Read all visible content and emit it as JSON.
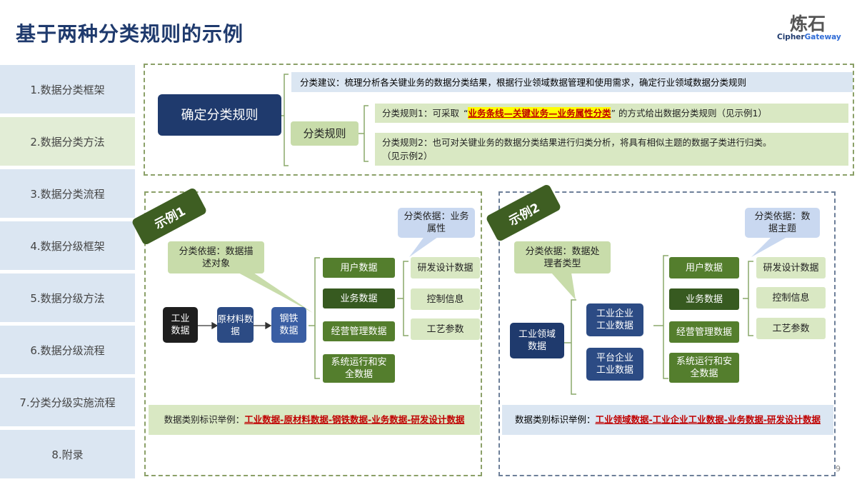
{
  "title": "基于两种分类规则的示例",
  "logo": {
    "cn": "炼石",
    "en_cipher": "Cipher",
    "en_gateway": "Gateway"
  },
  "sidebar": [
    {
      "label": "1.数据分类框架"
    },
    {
      "label": "2.数据分类方法"
    },
    {
      "label": "3.数据分类流程"
    },
    {
      "label": "4.数据分级框架"
    },
    {
      "label": "5.数据分级方法"
    },
    {
      "label": "6.数据分级流程"
    },
    {
      "label": "7.分类分级实施流程"
    },
    {
      "label": "8.附录"
    }
  ],
  "top": {
    "main_box": "确定分类规则",
    "suggestion": "分类建议：梳理分析各关键业务的数据分类结果，根据行业领域数据管理和使用需求，确定行业领域数据分类规则",
    "rules_box": "分类规则",
    "rule1_prefix": "分类规则1：可采取",
    "rule1_open_quote": "“",
    "rule1_highlight": "业务条线—关键业务—业务属性分类",
    "rule1_close_quote": "”",
    "rule1_suffix": "的方式给出数据分类规则（见示例1）",
    "rule2_line1": "分类规则2：也可对关键业务的数据分类结果进行归类分析，将具有相似主题的数据子类进行归类。",
    "rule2_line2": "（见示例2）"
  },
  "example1": {
    "tag": "示例1",
    "callout_left": "分类依据：数据描述对象",
    "callout_right": "分类依据：业务属性",
    "chain": [
      "工业数据",
      "原材料数据",
      "钢铁数据"
    ],
    "mid": [
      "用户数据",
      "业务数据",
      "经营管理数据",
      "系统运行和安全数据"
    ],
    "right": [
      "研发设计数据",
      "控制信息",
      "工艺参数"
    ],
    "footer_label": "数据类别标识举例：",
    "footer_value": "工业数据-原材料数据-钢铁数据-业务数据-研发设计数据"
  },
  "example2": {
    "tag": "示例2",
    "callout_left": "分类依据：数据处理者类型",
    "callout_right": "分类依据：数据主题",
    "root": "工业领域数据",
    "branches": [
      "工业企业工业数据",
      "平台企业工业数据"
    ],
    "mid": [
      "用户数据",
      "业务数据",
      "经营管理数据",
      "系统运行和安全数据"
    ],
    "right": [
      "研发设计数据",
      "控制信息",
      "工艺参数"
    ],
    "footer_label": "数据类别标识举例：",
    "footer_value": "工业领域数据-工业企业工业数据-业务数据-研发设计数据"
  },
  "page_number": "9",
  "colors": {
    "navy": "#1f3a6d",
    "green_dark": "#547e2d",
    "green_light": "#c8dcaa",
    "blue_light": "#dbe6f2",
    "red": "#c00000",
    "highlight": "#ffff00"
  }
}
